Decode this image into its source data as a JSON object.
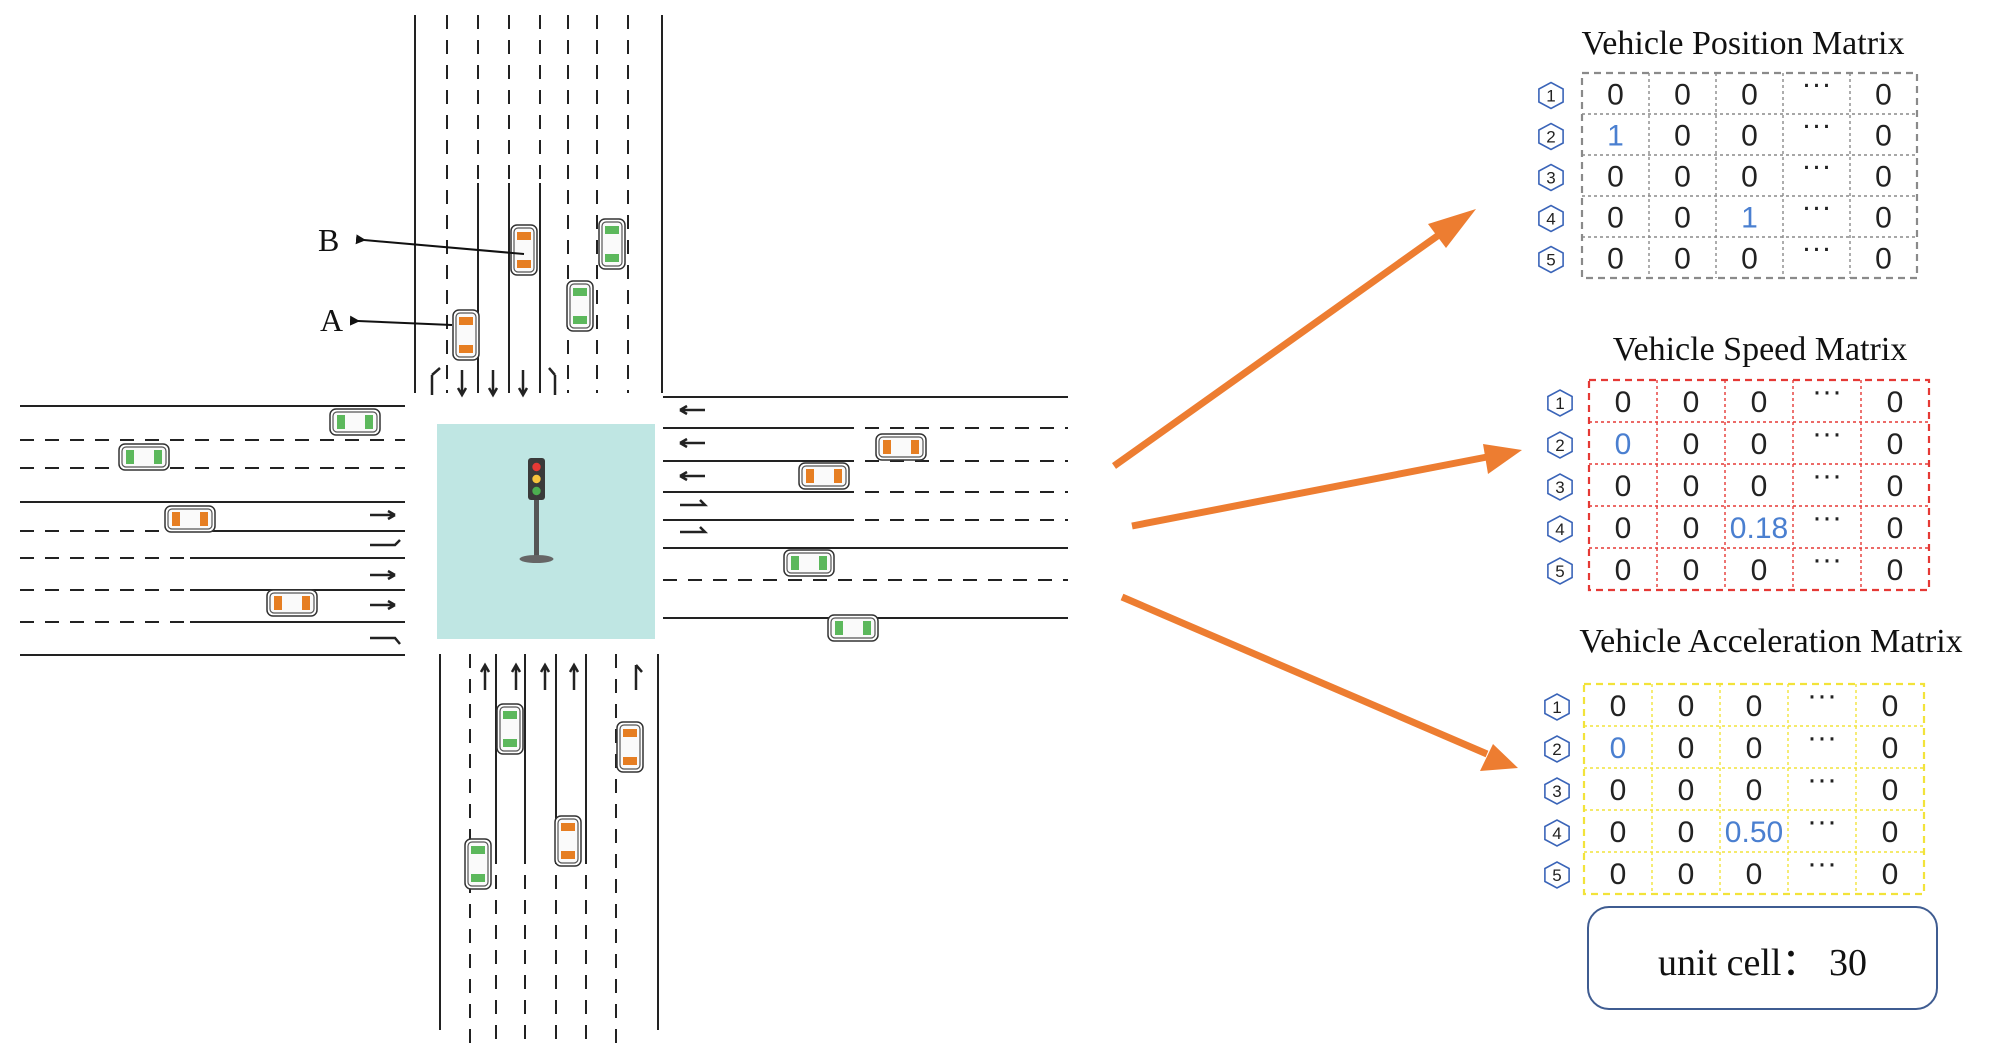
{
  "labels": {
    "a": "A",
    "b": "B"
  },
  "matrices": [
    {
      "title": "Vehicle Position Matrix",
      "border_color": "#8a8a8a",
      "rows": [
        [
          "0",
          "0",
          "0",
          "···",
          "0"
        ],
        [
          "1",
          "0",
          "0",
          "···",
          "0"
        ],
        [
          "0",
          "0",
          "0",
          "···",
          "0"
        ],
        [
          "0",
          "0",
          "1",
          "···",
          "0"
        ],
        [
          "0",
          "0",
          "0",
          "···",
          "0"
        ]
      ],
      "highlight_cells": [
        [
          1,
          0
        ],
        [
          3,
          2
        ]
      ]
    },
    {
      "title": "Vehicle Speed Matrix",
      "border_color": "#e53935",
      "rows": [
        [
          "0",
          "0",
          "0",
          "···",
          "0"
        ],
        [
          "0",
          "0",
          "0",
          "···",
          "0"
        ],
        [
          "0",
          "0",
          "0",
          "···",
          "0"
        ],
        [
          "0",
          "0",
          "0.18",
          "···",
          "0"
        ],
        [
          "0",
          "0",
          "0",
          "···",
          "0"
        ]
      ],
      "highlight_cells": [
        [
          1,
          0
        ],
        [
          3,
          2
        ]
      ]
    },
    {
      "title": "Vehicle Acceleration Matrix",
      "border_color": "#f2e33a",
      "rows": [
        [
          "0",
          "0",
          "0",
          "···",
          "0"
        ],
        [
          "0",
          "0",
          "0",
          "···",
          "0"
        ],
        [
          "0",
          "0",
          "0",
          "···",
          "0"
        ],
        [
          "0",
          "0",
          "0.50",
          "···",
          "0"
        ],
        [
          "0",
          "0",
          "0",
          "···",
          "0"
        ]
      ],
      "highlight_cells": [
        [
          1,
          0
        ],
        [
          3,
          2
        ]
      ]
    }
  ],
  "row_labels": [
    "1",
    "2",
    "3",
    "4",
    "5"
  ],
  "unit_cell": "unit cell：  30",
  "colors": {
    "arrow": "#ed7d31",
    "intersection": "#bfe6e3",
    "highlight_text": "#4a7fd0",
    "row_label_outline": "#3a64b8",
    "car_green": "#5cb85c",
    "car_orange": "#e67e22"
  },
  "icons": [
    "traffic-light-icon",
    "car-icon"
  ]
}
